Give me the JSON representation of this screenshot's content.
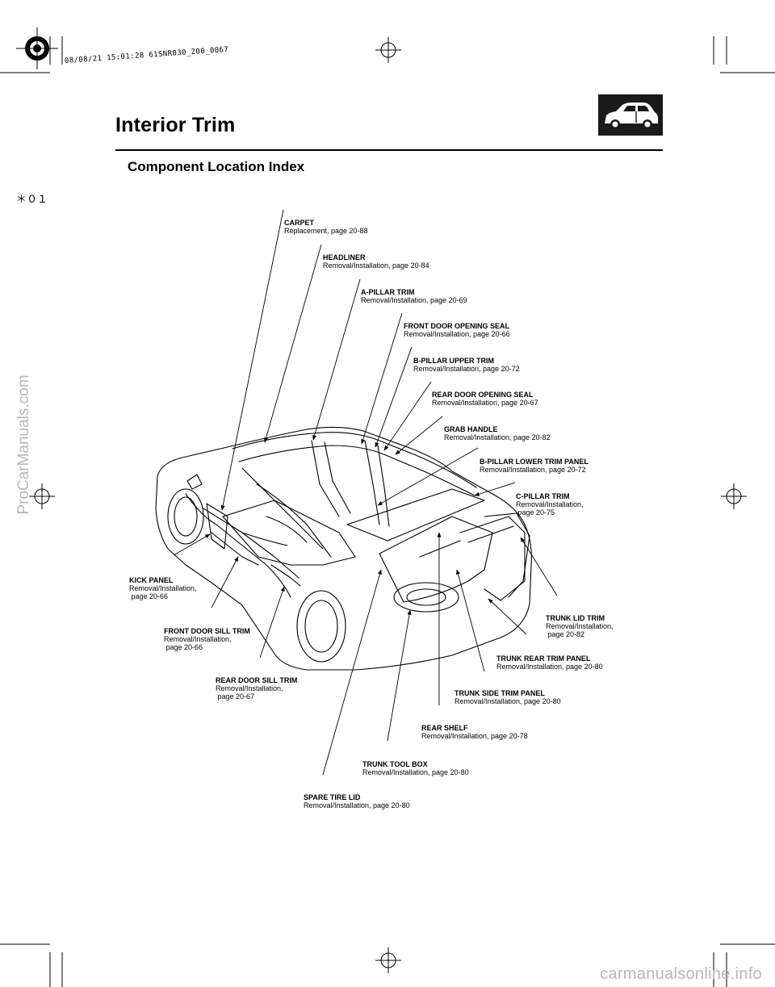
{
  "page": {
    "title": "Interior Trim",
    "subtitle": "Component Location Index",
    "marker": "＊０１",
    "print_stamp": "08/08/21 15:01:28 61SNR030_200_0067",
    "side_watermark": "ProCarManuals.com",
    "footer_watermark": "carmanualsonline.info"
  },
  "header_icon": "car-side-icon",
  "callouts": [
    {
      "id": "carpet",
      "name": "CARPET",
      "desc": "Replacement, page 20-88"
    },
    {
      "id": "headliner",
      "name": "HEADLINER",
      "desc": "Removal/Installation, page 20-84"
    },
    {
      "id": "a-pillar-trim",
      "name": "A-PILLAR TRIM",
      "desc": "Removal/Installation, page 20-69"
    },
    {
      "id": "front-door-opening-seal",
      "name": "FRONT DOOR OPENING SEAL",
      "desc": "Removal/Installation, page 20-66"
    },
    {
      "id": "b-pillar-upper-trim",
      "name": "B-PILLAR UPPER TRIM",
      "desc": "Removal/Installation, page 20-72"
    },
    {
      "id": "rear-door-opening-seal",
      "name": "REAR DOOR OPENING SEAL",
      "desc": "Removal/Installation, page 20-67"
    },
    {
      "id": "grab-handle",
      "name": "GRAB HANDLE",
      "desc": "Removal/Installation, page 20-82"
    },
    {
      "id": "b-pillar-lower-trim-panel",
      "name": "B-PILLAR LOWER TRIM PANEL",
      "desc": "Removal/Installation, page 20-72"
    },
    {
      "id": "c-pillar-trim",
      "name": "C-PILLAR TRIM",
      "desc": "Removal/Installation,\n page 20-75"
    },
    {
      "id": "kick-panel",
      "name": "KICK PANEL",
      "desc": "Removal/Installation,\n page 20-66"
    },
    {
      "id": "front-door-sill-trim",
      "name": "FRONT DOOR SILL TRIM",
      "desc": "Removal/Installation,\n page 20-66"
    },
    {
      "id": "rear-door-sill-trim",
      "name": "REAR DOOR SILL TRIM",
      "desc": "Removal/Installation,\n page 20-67"
    },
    {
      "id": "trunk-lid-trim",
      "name": "TRUNK LID TRIM",
      "desc": "Removal/Installation,\n page 20-82"
    },
    {
      "id": "trunk-rear-trim-panel",
      "name": "TRUNK REAR TRIM PANEL",
      "desc": "Removal/Installation, page 20-80"
    },
    {
      "id": "trunk-side-trim-panel",
      "name": "TRUNK SIDE TRIM PANEL",
      "desc": "Removal/Installation, page 20-80"
    },
    {
      "id": "rear-shelf",
      "name": "REAR SHELF",
      "desc": "Removal/Installation, page 20-78"
    },
    {
      "id": "trunk-tool-box",
      "name": "TRUNK TOOL BOX",
      "desc": "Removal/Installation, page 20-80"
    },
    {
      "id": "spare-tire-lid",
      "name": "SPARE TIRE LID",
      "desc": "Removal/Installation, page 20-80"
    }
  ]
}
